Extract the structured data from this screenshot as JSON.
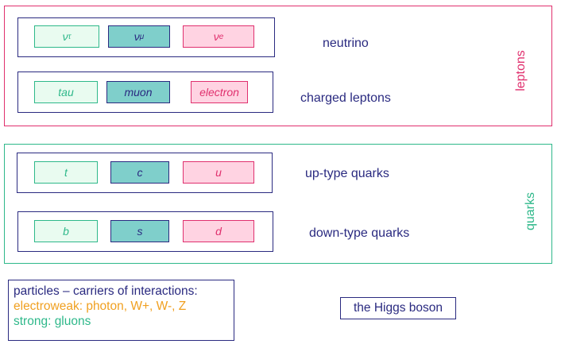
{
  "groups": {
    "leptons": {
      "label": "leptons",
      "rows": [
        {
          "label": "neutrino",
          "cells": [
            {
              "base": "ν",
              "sub": "τ"
            },
            {
              "base": "ν",
              "sub": "μ"
            },
            {
              "base": "ν",
              "sub": "e"
            }
          ]
        },
        {
          "label": "charged leptons",
          "cells": [
            {
              "base": "tau"
            },
            {
              "base": "muon"
            },
            {
              "base": "electron"
            }
          ]
        }
      ]
    },
    "quarks": {
      "label": "quarks",
      "rows": [
        {
          "label": "up-type quarks",
          "cells": [
            {
              "base": "t"
            },
            {
              "base": "c"
            },
            {
              "base": "u"
            }
          ]
        },
        {
          "label": "down-type quarks",
          "cells": [
            {
              "base": "b"
            },
            {
              "base": "s"
            },
            {
              "base": "d"
            }
          ]
        }
      ]
    }
  },
  "interactions": {
    "line1": "particles – carriers of interactions:",
    "line2": "electroweak:  photon, W+, W-, Z",
    "line3": "strong: gluons"
  },
  "higgs": "the Higgs boson",
  "colors": {
    "navy": "#2a2a80",
    "green": "#2eb88a",
    "pink": "#e0306e",
    "orange": "#f0a020",
    "teal_fill": "#7fcfcb",
    "pink_fill": "#ffd3e2",
    "green_fill": "#e9fbf0"
  }
}
